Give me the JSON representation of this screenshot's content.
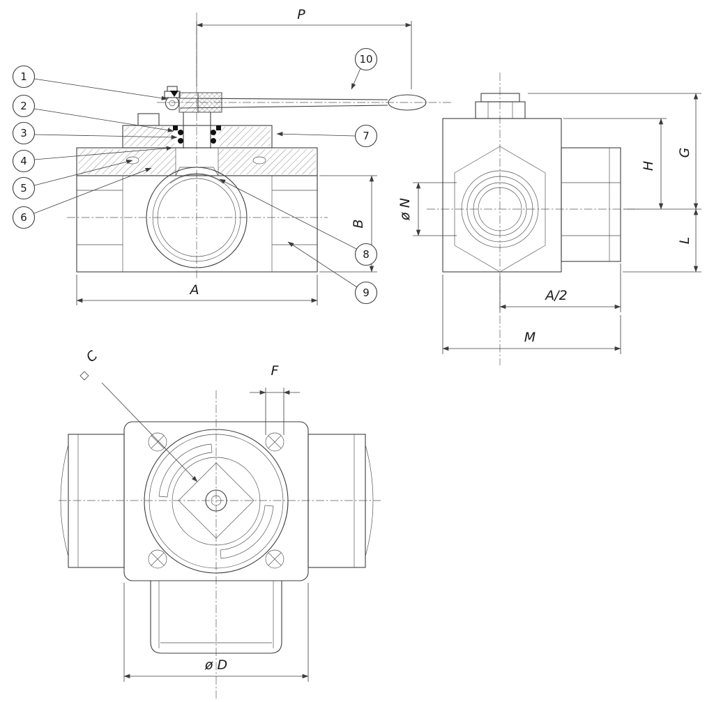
{
  "callouts": {
    "n1": "1",
    "n2": "2",
    "n3": "3",
    "n4": "4",
    "n5": "5",
    "n6": "6",
    "n7": "7",
    "n8": "8",
    "n9": "9",
    "n10": "10"
  },
  "dimensions": {
    "p": "P",
    "a": "A",
    "b": "B",
    "a_half": "A/2",
    "m": "M",
    "g": "G",
    "h": "H",
    "l": "L",
    "n": "ø N",
    "c": "C",
    "f": "F",
    "d": "ø D"
  }
}
